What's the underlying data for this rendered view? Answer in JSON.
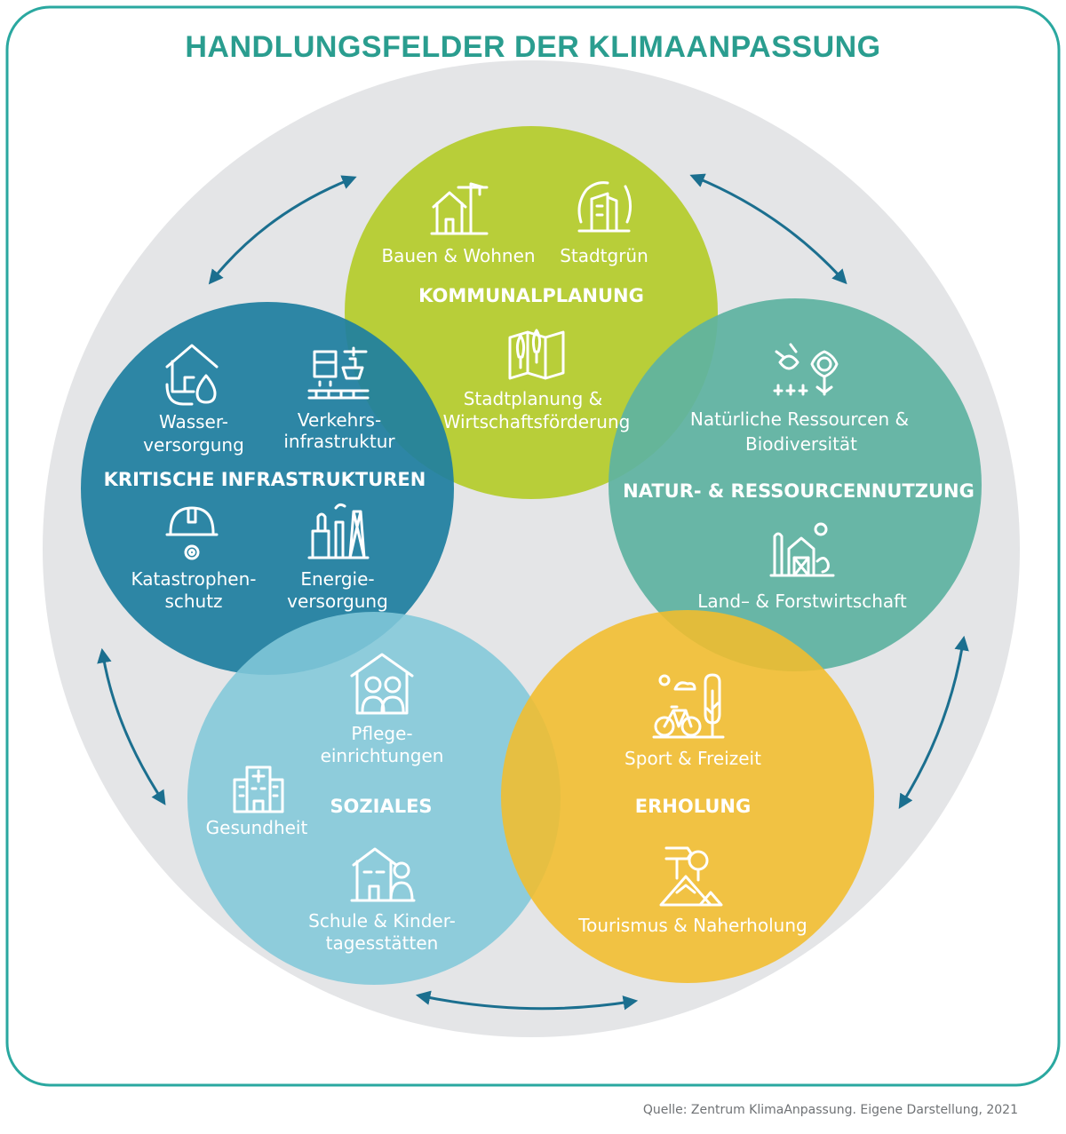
{
  "title": "HANDLUNGSFELDER DER KLIMAANPASSUNG",
  "source": "Quelle: Zentrum KlimaAnpassung. Eigene Darstellung, 2021",
  "colors": {
    "frame": "#2aa8a0",
    "title": "#2a9d8f",
    "background_disc": "#e4e5e7",
    "arrow": "#1b6f8f",
    "green": "#b4cc2a",
    "blue": "#1f7f9f",
    "teal": "#5fb3a0",
    "lightblue": "#82c8da",
    "yellow": "#f3bd2c"
  },
  "clusters": {
    "kommunal": {
      "heading": "KOMMUNALPLANUNG",
      "items": [
        {
          "label1": "Bauen & Wohnen",
          "icon": "crane-house-icon"
        },
        {
          "label1": "Stadtgrün",
          "icon": "green-city-icon"
        },
        {
          "label1": "Stadtplanung &",
          "label2": "Wirtschaftsförderung",
          "icon": "city-map-icon"
        }
      ]
    },
    "kritisch": {
      "heading": "KRITISCHE INFRASTRUKTUREN",
      "items": [
        {
          "label1": "Wasser-",
          "label2": "versorgung",
          "icon": "water-house-icon"
        },
        {
          "label1": "Verkehrs-",
          "label2": "infrastruktur",
          "icon": "transport-icon"
        },
        {
          "label1": "Katastrophen-",
          "label2": "schutz",
          "icon": "helmet-icon"
        },
        {
          "label1": "Energie-",
          "label2": "versorgung",
          "icon": "power-plant-icon"
        }
      ]
    },
    "natur": {
      "heading": "NATUR- & RESSOURCENNUTZUNG",
      "items": [
        {
          "label1": "Natürliche Ressourcen &",
          "label2": "Biodiversität",
          "icon": "bee-flower-icon"
        },
        {
          "label1": "Land– & Forstwirtschaft",
          "icon": "farm-icon"
        }
      ]
    },
    "soziales": {
      "heading": "SOZIALES",
      "items": [
        {
          "label1": "Pflege-",
          "label2": "einrichtungen",
          "icon": "elderly-home-icon"
        },
        {
          "label1": "Gesundheit",
          "icon": "hospital-icon"
        },
        {
          "label1": "Schule & Kinder-",
          "label2": "tagesstätten",
          "icon": "school-icon"
        }
      ]
    },
    "erholung": {
      "heading": "ERHOLUNG",
      "items": [
        {
          "label1": "Sport & Freizeit",
          "icon": "bicycle-tree-icon"
        },
        {
          "label1": "Tourismus & Naherholung",
          "icon": "hiking-icon"
        }
      ]
    }
  }
}
